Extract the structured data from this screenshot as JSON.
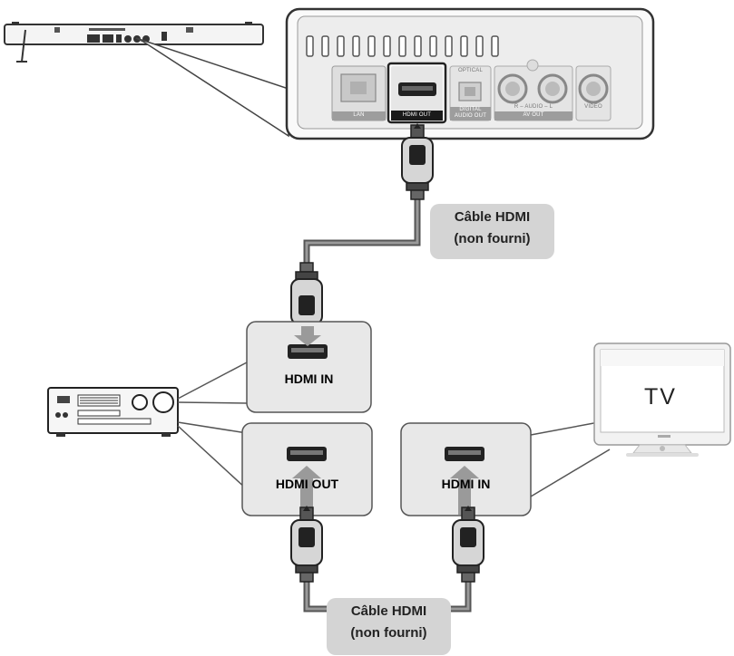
{
  "player_panel": {
    "ports": {
      "lan": "LAN",
      "hdmi_out": "HDMI OUT",
      "optical": "OPTICAL",
      "digital_audio_out_line1": "DIGITAL",
      "digital_audio_out_line2": "AUDIO OUT",
      "audio": "R – AUDIO – L",
      "av_out": "AV OUT",
      "video": "VIDEO"
    }
  },
  "cables": {
    "top": {
      "line1": "Câble HDMI",
      "line2": "(non fourni)"
    },
    "bottom": {
      "line1": "Câble HDMI",
      "line2": "(non fourni)"
    }
  },
  "receiver_ports": {
    "hdmi_in": "HDMI IN",
    "hdmi_out": "HDMI OUT"
  },
  "tv": {
    "label": "TV",
    "hdmi_in": "HDMI IN"
  }
}
